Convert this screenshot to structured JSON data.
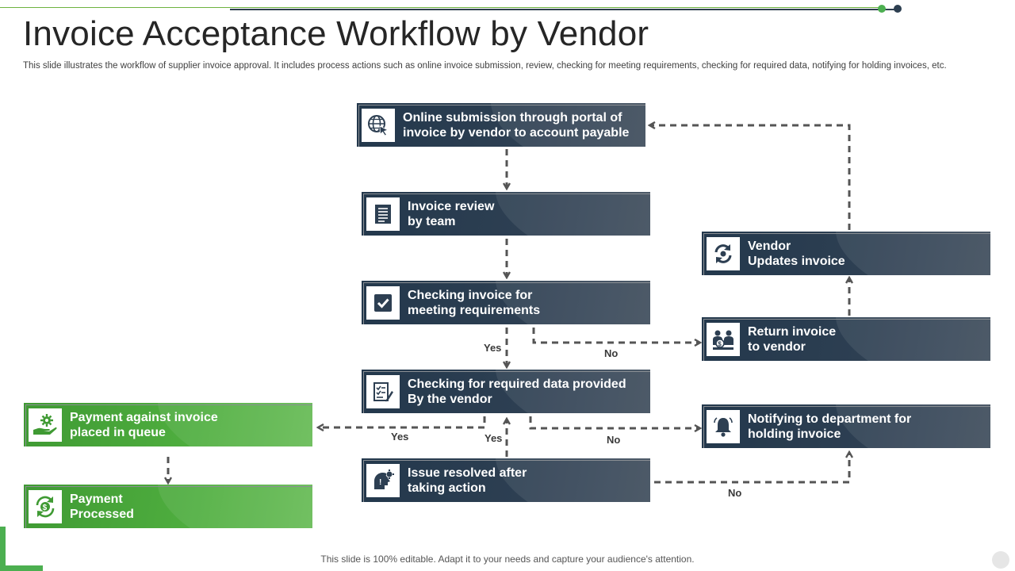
{
  "header": {
    "title": "Invoice Acceptance Workflow by Vendor",
    "subtitle": "This slide illustrates the workflow of supplier invoice approval. It includes process actions such as online invoice submission, review, checking for meeting requirements, checking for required data, notifying for holding invoices, etc."
  },
  "nodes": {
    "online_submission": {
      "line1": "Online submission through portal  of",
      "line2": "invoice by vendor to account payable",
      "icon": "globe-cursor-icon"
    },
    "invoice_review": {
      "line1": "Invoice review",
      "line2": "by team",
      "icon": "list-document-icon"
    },
    "checking_requirements": {
      "line1": "Checking invoice for",
      "line2": "meeting requirements",
      "icon": "checkbox-icon"
    },
    "checking_data": {
      "line1": "Checking for required data provided",
      "line2": "By the vendor",
      "icon": "checklist-icon"
    },
    "issue_resolved": {
      "line1": "Issue resolved after",
      "line2": "taking action",
      "icon": "gear-head-icon"
    },
    "vendor_updates": {
      "line1": "Vendor",
      "line2": "Updates invoice",
      "icon": "refresh-icon"
    },
    "return_invoice": {
      "line1": "Return invoice",
      "line2": "to vendor",
      "icon": "people-money-icon"
    },
    "notify_department": {
      "line1": "Notifying to department for",
      "line2": "holding invoice",
      "icon": "bell-icon"
    },
    "payment_queue": {
      "line1": "Payment against invoice",
      "line2": "placed in queue",
      "icon": "hand-gear-icon"
    },
    "payment_processed": {
      "line1": "Payment",
      "line2": "Processed",
      "icon": "dollar-cycle-icon"
    }
  },
  "edge_labels": {
    "req_yes": "Yes",
    "req_no": "No",
    "data_yes_left": "Yes",
    "data_yes_down": "Yes",
    "data_no": "No",
    "issue_no": "No"
  },
  "colors": {
    "dark_box": "#2d3f52",
    "green_box": "#4fae3f",
    "connector": "#555555"
  },
  "footer": {
    "text": "This slide is 100% editable. Adapt it to your needs and capture your audience's attention."
  }
}
